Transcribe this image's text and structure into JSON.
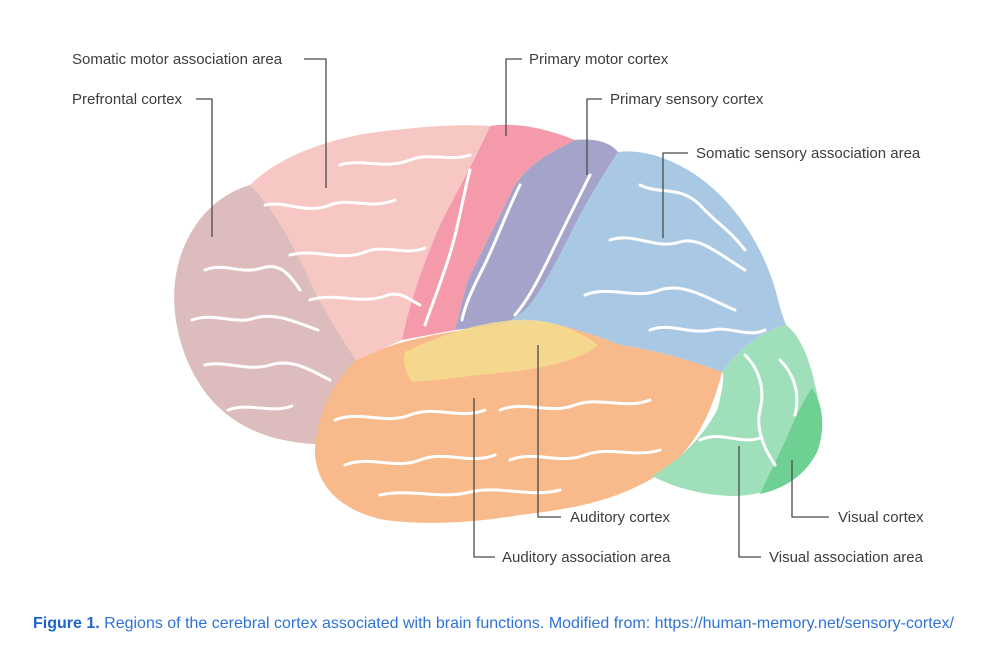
{
  "labels": {
    "somatic_motor_association_area": "Somatic motor association area",
    "prefrontal_cortex": "Prefrontal cortex",
    "primary_motor_cortex": "Primary motor cortex",
    "primary_sensory_cortex": "Primary sensory cortex",
    "somatic_sensory_association_area": "Somatic sensory association area",
    "auditory_cortex": "Auditory cortex",
    "auditory_association_area": "Auditory association area",
    "visual_cortex": "Visual cortex",
    "visual_association_area": "Visual association area"
  },
  "caption": {
    "prefix": "Figure 1.",
    "text": " Regions of the cerebral cortex associated with brain functions. Modified from: https://human-memory.net/sensory-cortex/"
  },
  "colors": {
    "prefrontal": "#dcbcbc",
    "somatic_motor_association": "#f7c7c3",
    "primary_motor": "#f59aab",
    "primary_sensory": "#a4a4cb",
    "somatic_sensory_association": "#a8c8e4",
    "auditory_association": "#f8ba8a",
    "auditory": "#f6dc8e",
    "visual_association": "#9fe0bb",
    "visual": "#6ed092",
    "caption_text": "#2f73d6",
    "leader_lines": "#4a4a4a"
  }
}
